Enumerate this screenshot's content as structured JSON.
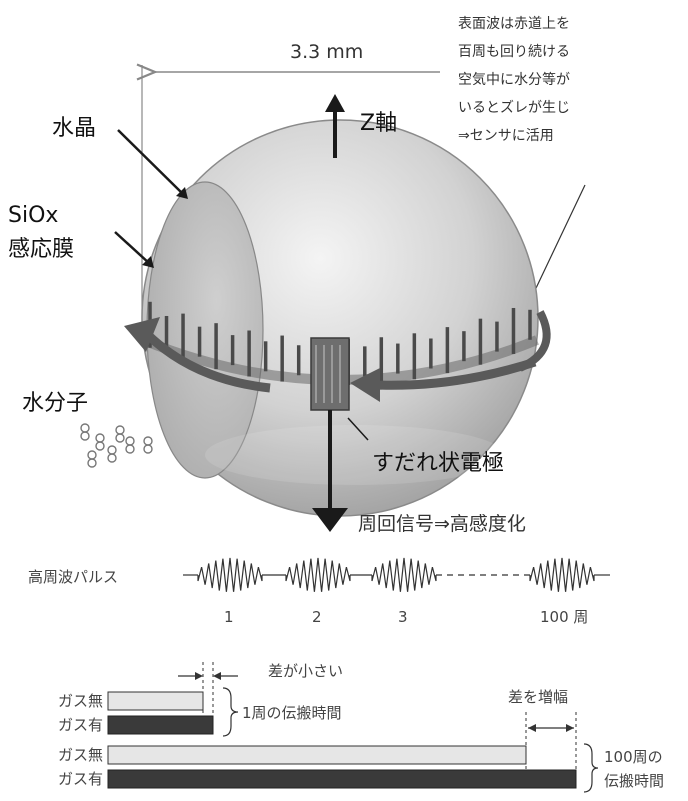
{
  "annotation": {
    "lines": [
      "表面波は赤道上を",
      "百周も回り続ける",
      "空気中に水分等が",
      "いるとズレが生じ",
      "⇒センサに活用"
    ]
  },
  "labels": {
    "diameter": "3.3 mm",
    "z_axis": "Z軸",
    "crystal": "水晶",
    "film_line1": "SiOx",
    "film_line2": "感応膜",
    "water": "水分子",
    "electrode": "すだれ状電極",
    "circulating_signal": "周回信号⇒高感度化",
    "rf_pulse": "高周波パルス"
  },
  "pulse_labels": [
    "1",
    "2",
    "3",
    "100 周"
  ],
  "comparison": {
    "small_diff": "差が小さい",
    "amplify_diff": "差を増幅",
    "gas_off": "ガス無",
    "gas_on": "ガス有",
    "one_round": "1周の伝搬時間",
    "hundred_round_line1": "100周の",
    "hundred_round_line2": "伝搬時間"
  },
  "colors": {
    "sphere_light": "#ebebeb",
    "sphere_dark": "#9d9d9d",
    "belt": "#5a5a5a",
    "gas_off_bar": "#e6e6e6",
    "gas_on_bar": "#3a3a3a"
  }
}
